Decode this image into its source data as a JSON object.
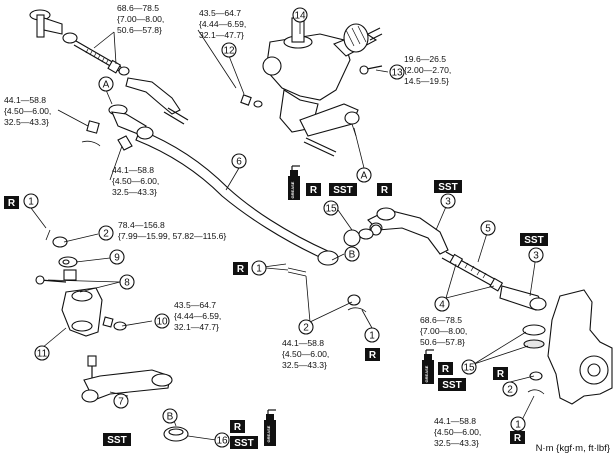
{
  "torques": {
    "t1": {
      "l1": "68.6—78.5",
      "l2": "{7.00—8.00,",
      "l3": "50.6—57.8}"
    },
    "t2": {
      "l1": "43.5—64.7",
      "l2": "{4.44—6.59,",
      "l3": "32.1—47.7}"
    },
    "t3": {
      "l1": "19.6—26.5",
      "l2": "{2.00—2.70,",
      "l3": "14.5—19.5}"
    },
    "t4": {
      "l1": "44.1—58.8",
      "l2": "{4.50—6.00,",
      "l3": "32.5—43.3}"
    },
    "t5": {
      "l1": "44.1—58.8",
      "l2": "{4.50—6.00,",
      "l3": "32.5—43.3}"
    },
    "t6": {
      "l1": "78.4—156.8",
      "l2": "{7.99—15.99, 57.82—115.6}"
    },
    "t7": {
      "l1": "43.5—64.7",
      "l2": "{4.44—6.59,",
      "l3": "32.1—47.7}"
    },
    "t8": {
      "l1": "44.1—58.8",
      "l2": "{4.50—6.00,",
      "l3": "32.5—43.3}"
    },
    "t9": {
      "l1": "68.6—78.5",
      "l2": "{7.00—8.00,",
      "l3": "50.6—57.8}"
    },
    "t10": {
      "l1": "44.1—58.8",
      "l2": "{4.50—6.00,",
      "l3": "32.5—43.3}"
    }
  },
  "callouts": {
    "c1": "1",
    "c2": "2",
    "c3": "3",
    "c4": "4",
    "c5": "5",
    "c6": "6",
    "c7": "7",
    "c8": "8",
    "c9": "9",
    "c10": "10",
    "c11": "11",
    "c12": "12",
    "c13": "13",
    "c14": "14",
    "c15": "15",
    "c16": "16"
  },
  "letters": {
    "a": "A",
    "b": "B"
  },
  "badges": {
    "r": "R",
    "sst": "SST"
  },
  "tube_label": "GREASE",
  "unit": "N·m {kgf·m, ft·lbf}"
}
